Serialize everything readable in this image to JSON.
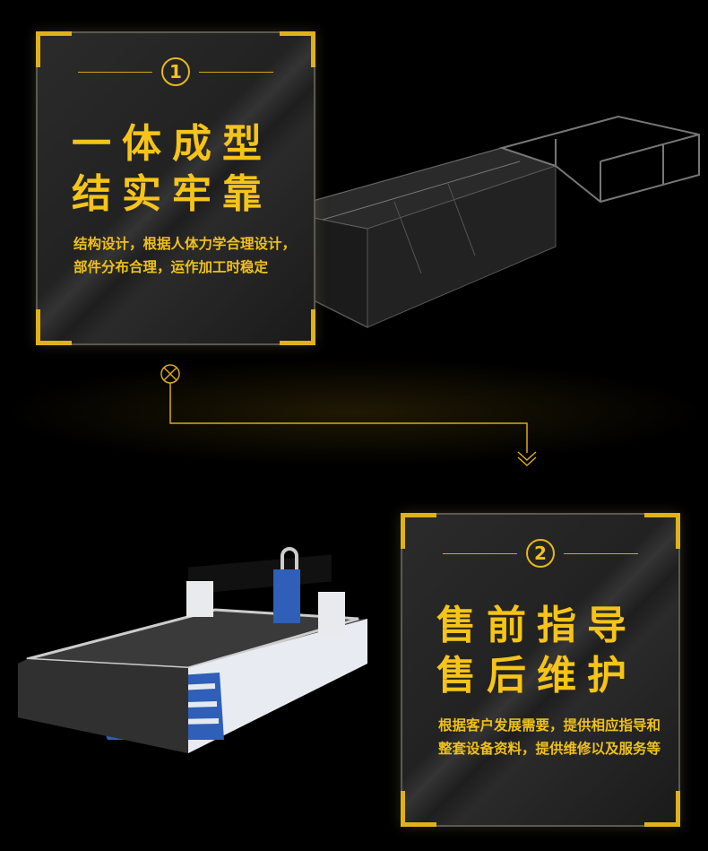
{
  "feature1": {
    "number": "1",
    "title_line1": "一体成型",
    "title_line2": "结实牢靠",
    "description": "结构设计，根据人体力学合理设计，部件分布合理，运作加工时稳定"
  },
  "feature2": {
    "number": "2",
    "title_line1": "售前指导",
    "title_line2": "售后维护",
    "description": "根据客户发展需要，提供相应指导和整套设备资料，提供维修以及服务等"
  },
  "colors": {
    "accent": "#f6c419",
    "background": "#000000",
    "panel": "#262626"
  }
}
